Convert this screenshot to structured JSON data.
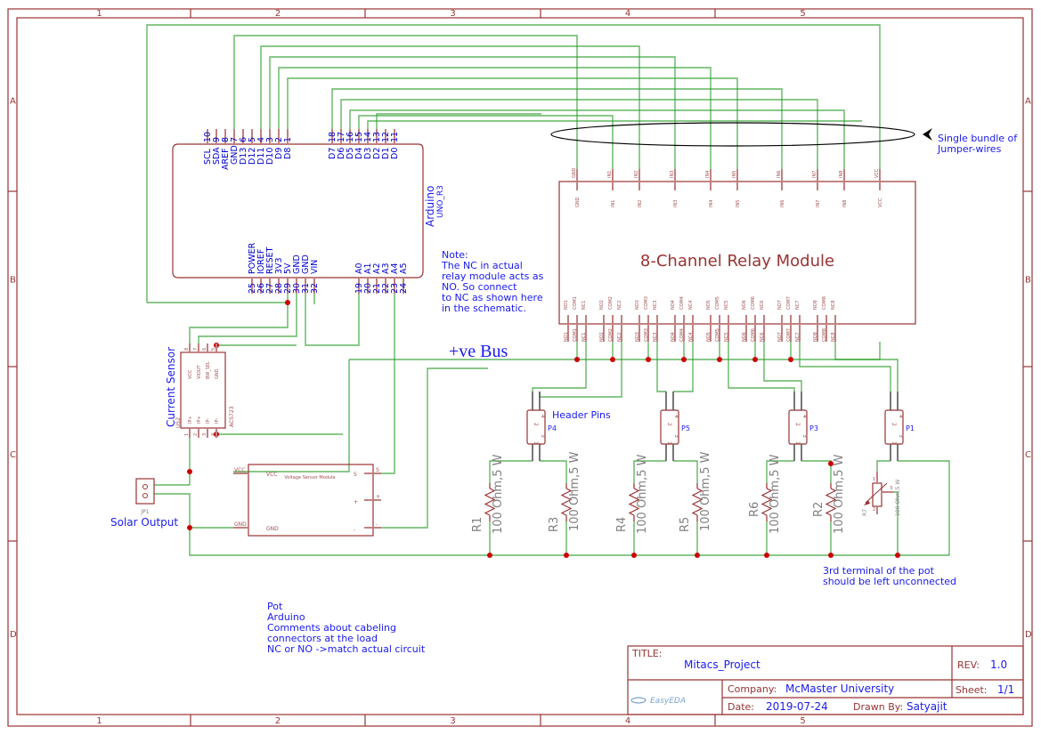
{
  "frame": {
    "columns": [
      "1",
      "2",
      "3",
      "4",
      "5"
    ],
    "rows": [
      "A",
      "B",
      "C",
      "D"
    ]
  },
  "arduino": {
    "name": "Arduino",
    "model": "UNO_R3",
    "top_pins": [
      {
        "num": "10",
        "label": "SCL"
      },
      {
        "num": "9",
        "label": "SDA"
      },
      {
        "num": "8",
        "label": "AREF"
      },
      {
        "num": "7",
        "label": "GND"
      },
      {
        "num": "6",
        "label": "D13"
      },
      {
        "num": "5",
        "label": "D12"
      },
      {
        "num": "4",
        "label": "D11"
      },
      {
        "num": "3",
        "label": "D10"
      },
      {
        "num": "2",
        "label": "D9"
      },
      {
        "num": "1",
        "label": "D8"
      },
      {
        "num": "18",
        "label": "D7"
      },
      {
        "num": "17",
        "label": "D6"
      },
      {
        "num": "16",
        "label": "D5"
      },
      {
        "num": "15",
        "label": "D4"
      },
      {
        "num": "14",
        "label": "D3"
      },
      {
        "num": "13",
        "label": "D2"
      },
      {
        "num": "12",
        "label": "D1"
      },
      {
        "num": "11",
        "label": "D0"
      }
    ],
    "bottom_pins": [
      {
        "num": "25",
        "label": "POWER"
      },
      {
        "num": "26",
        "label": "IOREF"
      },
      {
        "num": "27",
        "label": "RESET"
      },
      {
        "num": "28",
        "label": "3V3"
      },
      {
        "num": "29",
        "label": "5V"
      },
      {
        "num": "30",
        "label": "GND"
      },
      {
        "num": "31",
        "label": "GND"
      },
      {
        "num": "32",
        "label": "VIN"
      },
      {
        "num": "19",
        "label": "A0"
      },
      {
        "num": "20",
        "label": "A1"
      },
      {
        "num": "21",
        "label": "A2"
      },
      {
        "num": "22",
        "label": "A3"
      },
      {
        "num": "23",
        "label": "A4"
      },
      {
        "num": "24",
        "label": "A5"
      }
    ]
  },
  "relay": {
    "title": "8-Channel Relay Module",
    "top_pins": [
      "GND",
      "IN1",
      "IN2",
      "IN3",
      "IN4",
      "IN5",
      "IN6",
      "IN7",
      "IN8",
      "VCC"
    ],
    "bottom_pins": [
      "NO1",
      "COM1",
      "NC1",
      "NO2",
      "COM2",
      "NC2",
      "NO3",
      "COM3",
      "NC3",
      "NO4",
      "COM4",
      "NC4",
      "NO5",
      "COM5",
      "NC5",
      "NO6",
      "COM6",
      "NC6",
      "NO7",
      "COM7",
      "NC7",
      "NO8",
      "COM8",
      "NC8"
    ]
  },
  "current_sensor": {
    "label": "Current Sensor",
    "ref": "U52",
    "part": "ACS723",
    "top_pins": [
      "VCC",
      "VIOUT",
      "BW_SEL",
      "GND"
    ],
    "top_nums": [
      "8",
      "7",
      "6",
      "5"
    ],
    "bottom_pins": [
      "IP+",
      "IP+",
      "IP-",
      "IP-"
    ],
    "bottom_nums": [
      "1",
      "2",
      "3",
      "4"
    ]
  },
  "voltage_sensor": {
    "title": "Voltage Sensor Module",
    "left_pins": [
      "VCC",
      "GND"
    ],
    "right_pins": [
      "S",
      "+",
      "-"
    ]
  },
  "solar": {
    "ref": "JP1",
    "label": "Solar Output",
    "pins": [
      "2",
      "1"
    ]
  },
  "headers": [
    {
      "ref": "P4",
      "pins": [
        "2",
        "4",
        "1",
        "3"
      ]
    },
    {
      "ref": "P5",
      "pins": [
        "2",
        "4",
        "1",
        "3"
      ]
    },
    {
      "ref": "P3",
      "pins": [
        "2",
        "4",
        "1",
        "3"
      ]
    },
    {
      "ref": "P1",
      "pins": [
        "2",
        "4",
        "1",
        "3"
      ]
    }
  ],
  "header_label": "Header Pins",
  "resistors": [
    {
      "ref": "R1",
      "value": "100 Ohm,5 W"
    },
    {
      "ref": "R3",
      "value": "100 Ohm,5 W"
    },
    {
      "ref": "R4",
      "value": "100 Ohm,5 W"
    },
    {
      "ref": "R5",
      "value": "100 Ohm,5 W"
    },
    {
      "ref": "R6",
      "value": "100 Ohm,5 W"
    },
    {
      "ref": "R2",
      "value": "100 Ohm,5 W"
    }
  ],
  "pot": {
    "ref": "R7",
    "value": "100 Ohm,5 W",
    "pins": [
      "1",
      "3",
      "2"
    ]
  },
  "annotations": {
    "bus": "+ve Bus",
    "bundle": [
      "Single bundle of",
      "Jumper-wires"
    ],
    "note": [
      "Note:",
      "The NC in actual",
      "relay module acts as",
      "NO. So connect",
      "to NC as shown here",
      "in the schematic."
    ],
    "pot_note": [
      "3rd terminal of the pot",
      "should be left unconnected"
    ],
    "todo": [
      "Pot",
      "Arduino",
      "Comments about cabeling",
      "connectors at the load",
      "NC or NO ->match actual circuit"
    ]
  },
  "title_block": {
    "title_label": "TITLE:",
    "title": "Mitacs_Project",
    "rev_label": "REV:",
    "rev": "1.0",
    "company_label": "Company:",
    "company": "McMaster University",
    "sheet_label": "Sheet:",
    "sheet": "1/1",
    "date_label": "Date:",
    "date": "2019-07-24",
    "drawn_label": "Drawn By:",
    "drawn": "Satyajit",
    "logo": "EasyEDA"
  }
}
